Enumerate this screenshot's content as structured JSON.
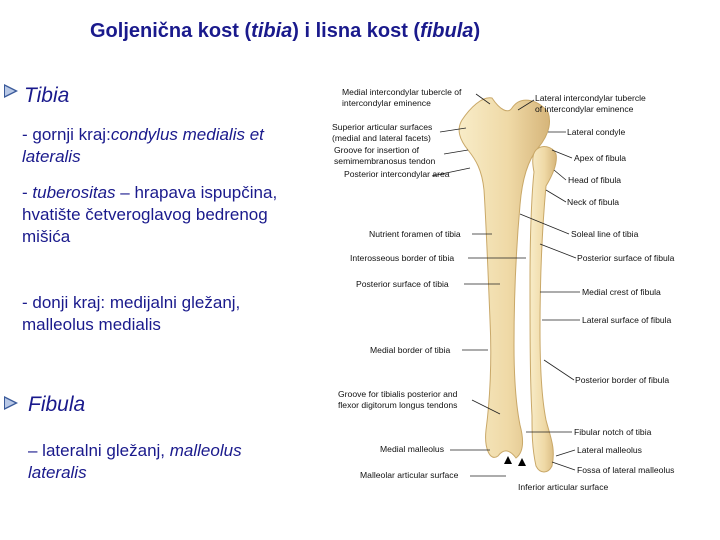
{
  "title": {
    "main": "Goljenična kost (",
    "tibia": "tibia",
    "mid": ") i lisna kost (",
    "fibula": "fibula",
    "end": ")"
  },
  "tibia": {
    "heading": "Tibia",
    "p1_prefix": "- gornji kraj:",
    "p1_italic": "condylus medialis et lateralis",
    "p2_prefix": "- ",
    "p2_italic": "tuberositas",
    "p2_rest": " – hrapava ispupčina, hvatište četveroglavog bedrenog mišića",
    "p3": "- donji kraj: medijalni gležanj, malleolus medialis"
  },
  "fibula": {
    "heading": "Fibula",
    "p1_prefix": "– lateralni gležanj, ",
    "p1_italic": "malleolus lateralis"
  },
  "figure": {
    "labels_left": [
      "Medial intercondylar tubercle of",
      "intercondylar eminence",
      "Superior articular surfaces",
      "(medial and lateral facets)",
      "Groove for insertion of",
      "semimembranosus tendon",
      "Posterior intercondylar area",
      "Nutrient foramen of tibia",
      "Interosseous border of tibia",
      "Posterior surface of tibia",
      "Medial border of tibia",
      "Groove for tibialis posterior and",
      "flexor digitorum longus tendons",
      "Medial malleolus",
      "Malleolar articular surface"
    ],
    "labels_right": [
      "Lateral intercondylar tubercle",
      "of intercondylar eminence",
      "Lateral condyle",
      "Apex of fibula",
      "Head of fibula",
      "Neck of fibula",
      "Soleal line of tibia",
      "Posterior surface of fibula",
      "Medial crest of fibula",
      "Lateral surface of fibula",
      "Posterior border of fibula",
      "Fibular notch of tibia",
      "Lateral malleolus",
      "Fossa of lateral malleolus",
      "Inferior articular surface"
    ],
    "colors": {
      "bone": "#efd9a6",
      "bone_shadow": "#d6b57a",
      "bone_light": "#f8ecc8",
      "line": "#222222",
      "arrow": "#000000"
    }
  }
}
